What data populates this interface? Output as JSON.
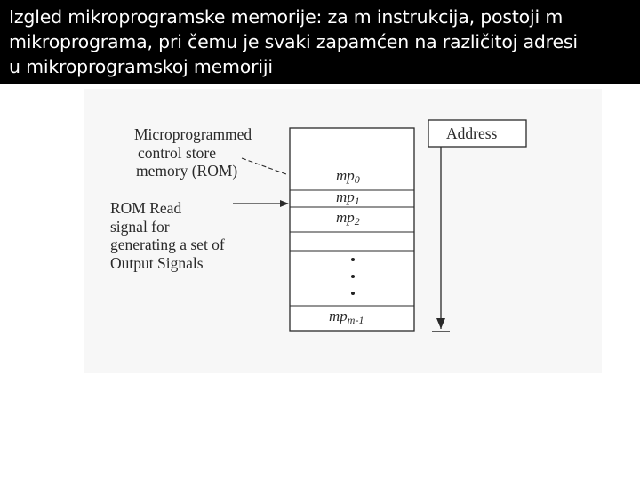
{
  "slide": {
    "title_lines": [
      "Izgled mikroprogramske memorije: za m instrukcija, postoji m",
      "mikroprograma, pri čemu je svaki zapamćen  na različitoj adresi",
      "u mikroprogramskoj memoriji"
    ]
  },
  "diagram": {
    "store_label": [
      "Microprogrammed",
      "control store",
      "memory (ROM)"
    ],
    "rom_read_label": [
      "ROM Read",
      "signal for",
      "generating a set of",
      "Output Signals"
    ],
    "address_label": "Address",
    "cells": [
      {
        "base": "mp",
        "sub": "0"
      },
      {
        "base": "mp",
        "sub": "1"
      },
      {
        "base": "mp",
        "sub": "2"
      },
      {
        "base": "mp",
        "sub": "m-1"
      }
    ]
  }
}
